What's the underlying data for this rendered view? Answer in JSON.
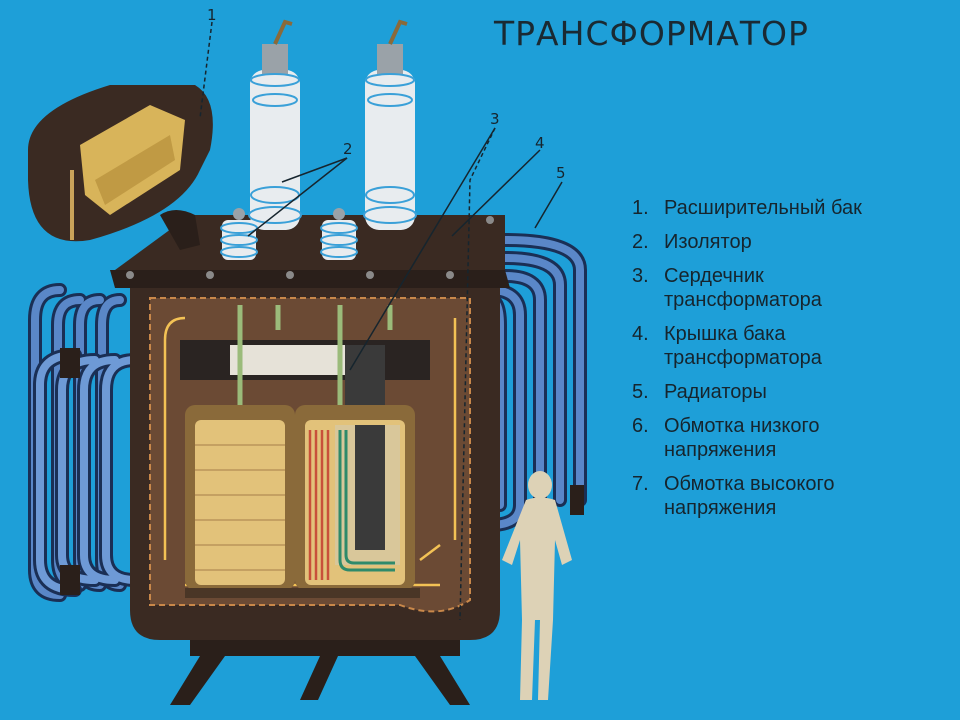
{
  "title": "ТРАНСФОРМАТОР",
  "callouts": [
    "1",
    "2",
    "3",
    "4",
    "5"
  ],
  "legend": [
    {
      "num": "1.",
      "text": "Расширительный бак"
    },
    {
      "num": "2.",
      "text": "Изолятор"
    },
    {
      "num": "3.",
      "text": "Сердечник\nтрансформатора"
    },
    {
      "num": "4.",
      "text": "Крышка бака\nтрансформатора"
    },
    {
      "num": "5.",
      "text": "Радиаторы"
    },
    {
      "num": "6.",
      "text": "Обмотка низкого\nнапряжения"
    },
    {
      "num": "7.",
      "text": "Обмотка высокого\nнапряжения"
    }
  ],
  "colors": {
    "background": "#1e9fd8",
    "tank": "#3a2a22",
    "radiator": "#3e6aa8",
    "insulator": "#e8ecef",
    "coil": "#e2c27a",
    "oil": "#6b4a34"
  }
}
